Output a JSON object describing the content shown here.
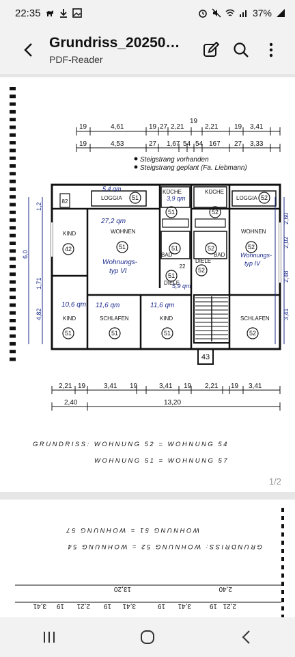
{
  "status_bar": {
    "time": "22:35",
    "battery": "37%"
  },
  "header": {
    "title": "Grundriss_20250…",
    "subtitle": "PDF-Reader"
  },
  "viewer": {
    "page_indicator": "1/2"
  },
  "plan": {
    "dims_top_row1": [
      "19",
      "4,61",
      "19",
      "27",
      "2,21",
      "19",
      "2,21",
      "19",
      "3,41"
    ],
    "dims_top_row2": [
      "19",
      "4,53",
      "27",
      "1,67",
      "54",
      "54",
      "167",
      "27",
      "3,33"
    ],
    "legend_1": "Steigstrang vorhanden",
    "legend_2": "Steigstrang geplant (Fa. Liebmann)",
    "rooms": {
      "loggia": "LOGGIA",
      "kueche": "KÜCHE",
      "wohnen": "WOHNEN",
      "kind": "KIND",
      "schlafen": "SCHLAFEN",
      "bad": "BAD",
      "diele": "DIELE"
    },
    "annotations": {
      "a1": "5,4 qm",
      "a2": "3,9 qm",
      "a3": "27,2 qm",
      "a4": "10,6 qm",
      "a5": "11,6 qm",
      "a6": "11,6 qm",
      "a7": "5,9 qm",
      "a8": "Wohnungs-",
      "a9": "typ VI",
      "a10": "Wohnungs-",
      "a11": "typ IV"
    },
    "numbers": {
      "n51": "51",
      "n52": "52",
      "n42": "42",
      "n43": "43",
      "n82": "82",
      "n22": "22"
    },
    "side_left": [
      "6,0",
      "4,82",
      "1,71",
      "1,2"
    ],
    "side_right": [
      "2,60",
      "2,02",
      "2,48",
      "3,41"
    ],
    "dims_bottom_row1": [
      "2,21",
      "19",
      "3,41",
      "19",
      "3,41",
      "19",
      "2,21",
      "19",
      "3,41"
    ],
    "dims_bottom_row2": [
      "2,40",
      "13,20"
    ],
    "caption_1": "GRUNDRISS: WOHNUNG 52 = WOHNUNG 54",
    "caption_2": "WOHNUNG 51 = WOHNUNG 57"
  },
  "page2": {
    "caption_1": "WOHNUNG 51 = WOHNUNG 57",
    "caption_2": "GRUNDRISS: WOHNUNG 52 = WOHNUNG 54",
    "dims_row1": [
      "2,40",
      "13,20"
    ],
    "dims_row2": [
      "3,41",
      "19",
      "2,21",
      "19",
      "3,41",
      "19",
      "3,41",
      "19",
      "2,21"
    ]
  }
}
